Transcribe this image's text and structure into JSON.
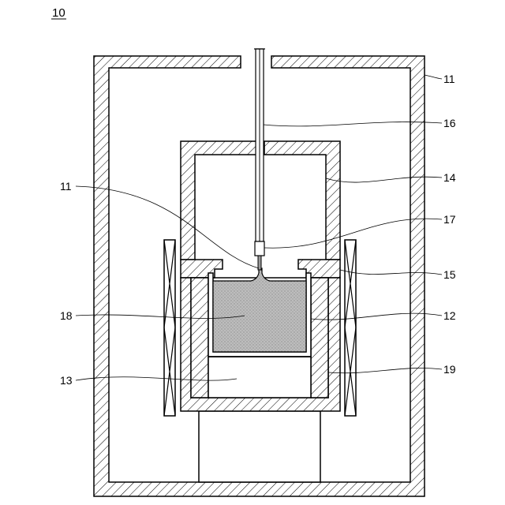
{
  "figure": {
    "number": "10",
    "labels": {
      "outer_chamber": "11",
      "seed_holder": "11",
      "pull_shaft": "16",
      "upper_chamber": "14",
      "connector": "17",
      "lid_ring": "15",
      "crucible": "12",
      "melt": "18",
      "pedestal": "13",
      "inner_wall": "19"
    }
  },
  "colors": {
    "line": "#000000",
    "hatch": "#000000",
    "melt_fill": "#b8b8b8",
    "background": "#ffffff"
  }
}
